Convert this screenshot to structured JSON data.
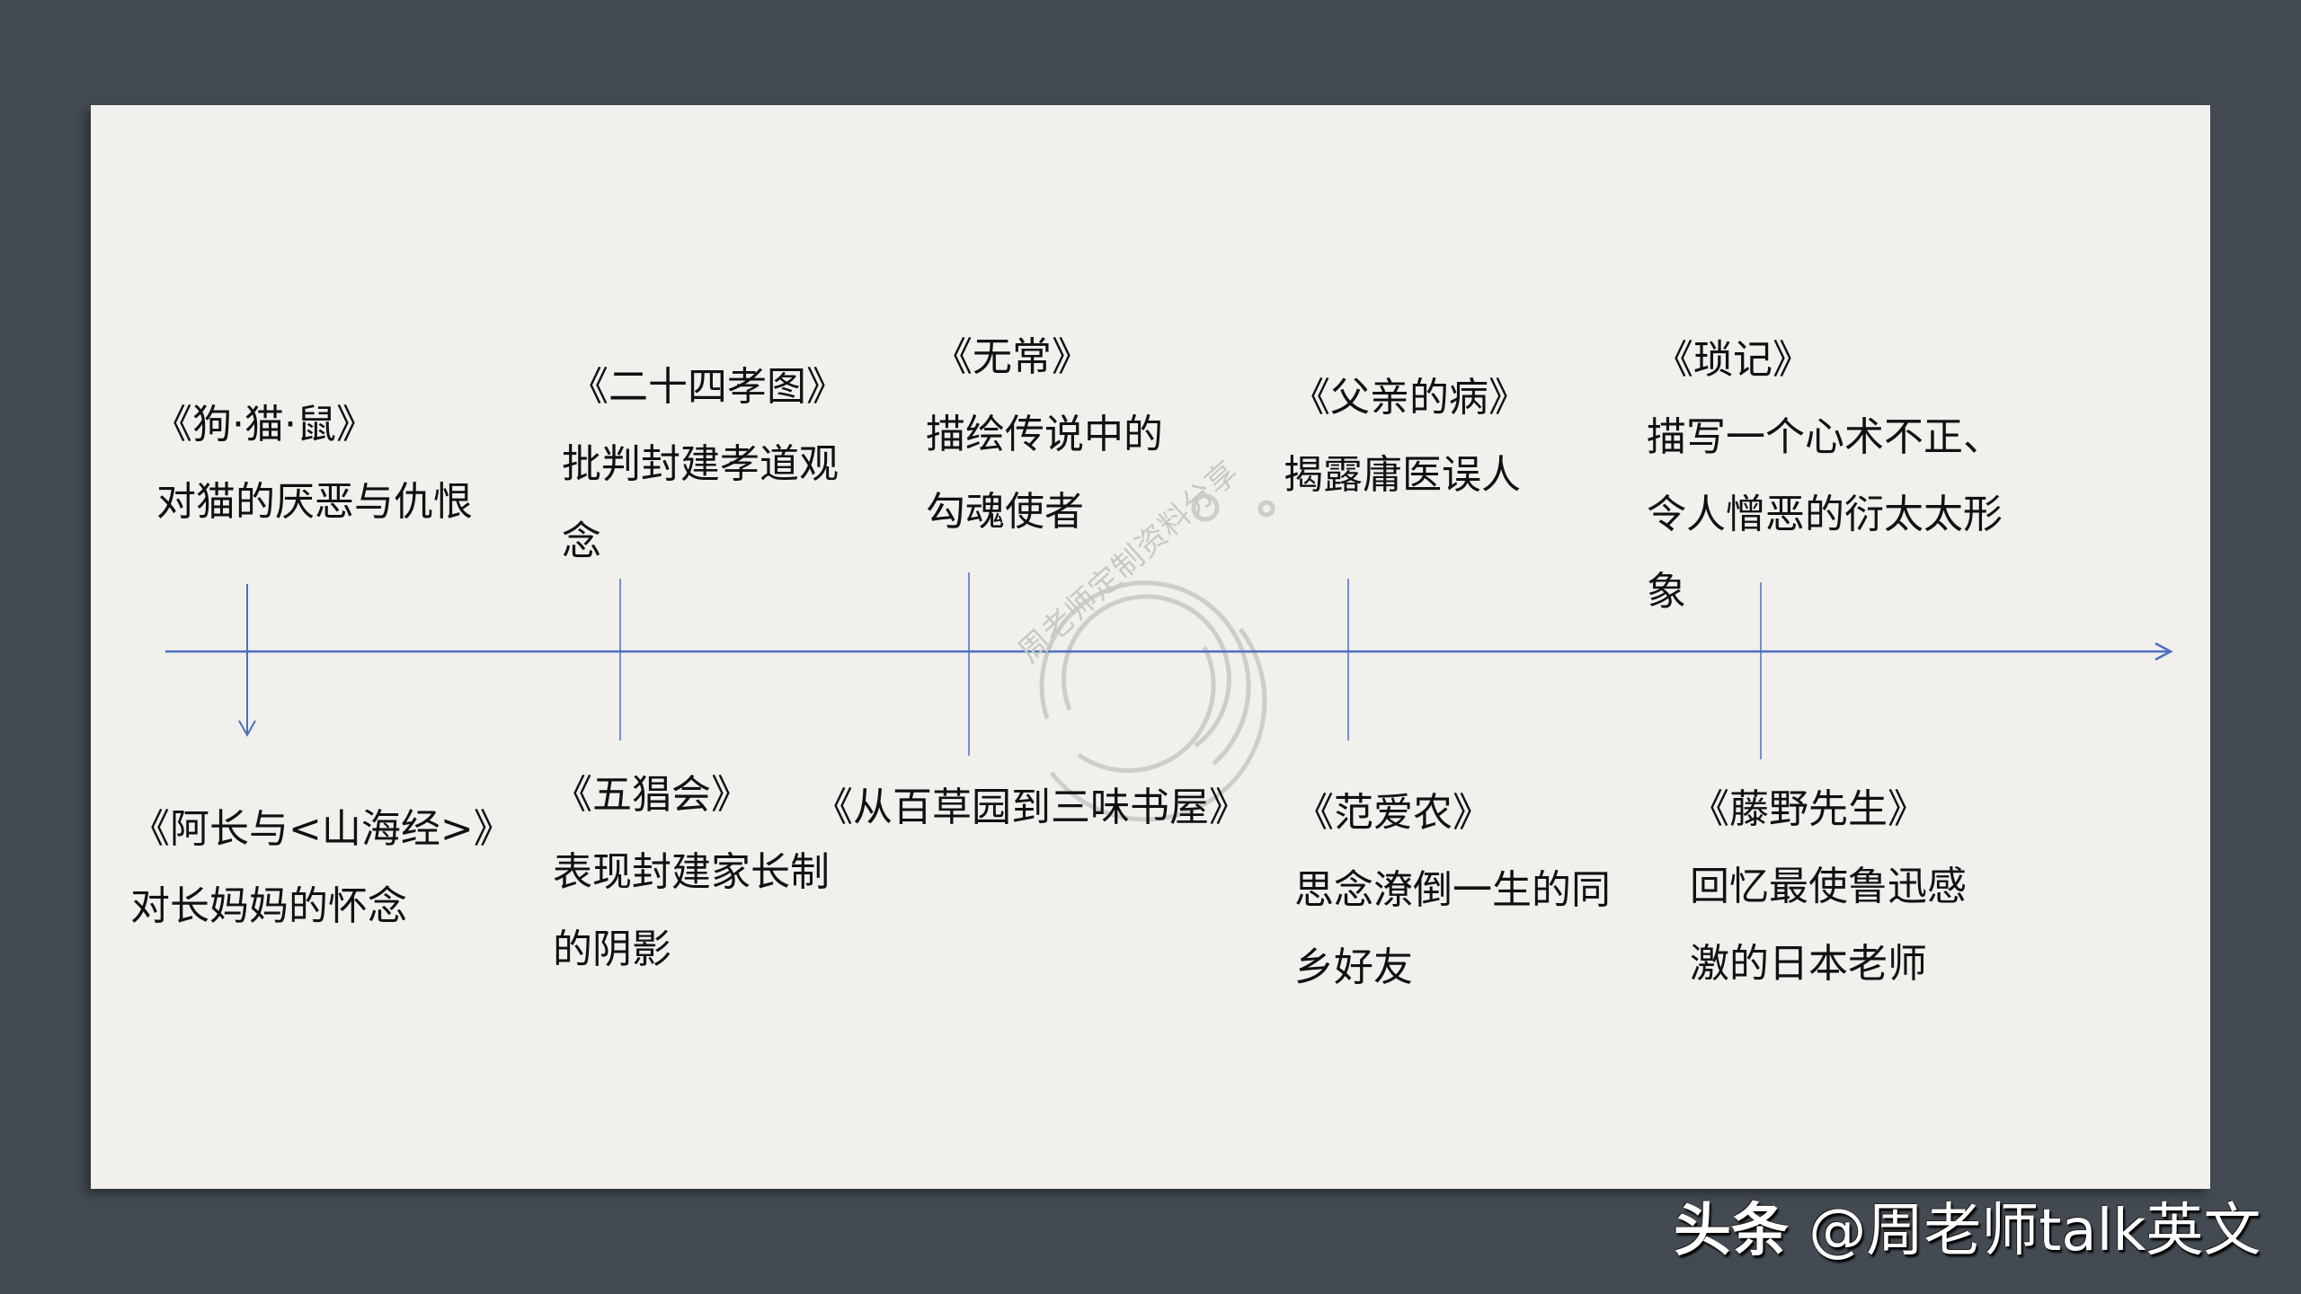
{
  "timeline": {
    "axis_color": "#4a6fbd",
    "above": [
      {
        "title": "《狗·猫·鼠》",
        "desc": [
          "对猫的厌恶与仇恨"
        ]
      },
      {
        "title": "《二十四孝图》",
        "desc": [
          "批判封建孝道观",
          "念"
        ]
      },
      {
        "title": "《无常》",
        "desc": [
          "描绘传说中的",
          "勾魂使者"
        ]
      },
      {
        "title": "《父亲的病》",
        "desc": [
          "揭露庸医误人"
        ]
      },
      {
        "title": "《琐记》",
        "desc": [
          "描写一个心术不正、",
          "令人憎恶的衍太太形",
          "象"
        ]
      }
    ],
    "below": [
      {
        "title": "《阿长与<山海经>》",
        "desc": [
          "对长妈妈的怀念"
        ]
      },
      {
        "title": "《五猖会》",
        "desc": [
          "表现封建家长制",
          "的阴影"
        ]
      },
      {
        "title": "《从百草园到三味书屋》",
        "desc": []
      },
      {
        "title": "《范爱农》",
        "desc": [
          "思念潦倒一生的同",
          "乡好友"
        ]
      },
      {
        "title": "《藤野先生》",
        "desc": [
          "回忆最使鲁迅感",
          "激的日本老师"
        ]
      }
    ]
  },
  "watermark": {
    "text": "周老师定制资料分享"
  },
  "footer": {
    "brand": "头条",
    "handle": "@周老师talk英文"
  }
}
